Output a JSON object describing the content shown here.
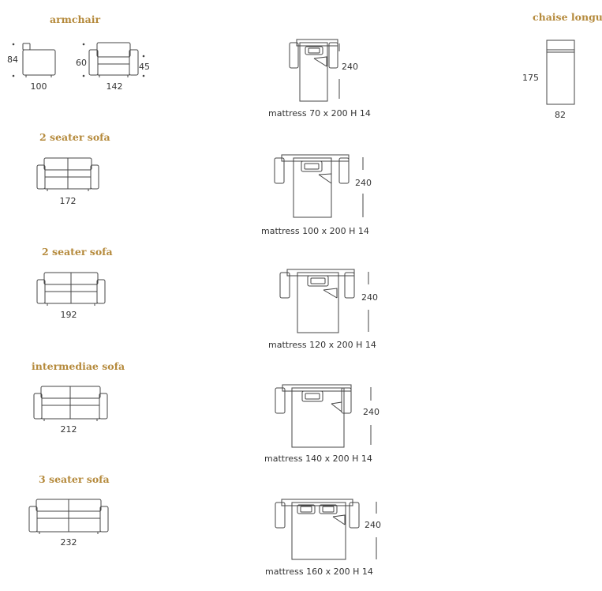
{
  "colors": {
    "title": "#b58a3c",
    "line": "#444444",
    "text": "#333333"
  },
  "armchair": {
    "title": "armchair",
    "dim_height": "84",
    "dim_width_side": "100",
    "dim_back": "60",
    "dim_seat": "45",
    "dim_width_front": "142"
  },
  "chaise": {
    "title": "chaise longue",
    "dim_length": "175",
    "dim_width": "82"
  },
  "sofas": [
    {
      "title": "2 seater sofa",
      "width": "172"
    },
    {
      "title": "2 seater sofa",
      "width": "192"
    },
    {
      "title": "intermediae sofa",
      "width": "212"
    },
    {
      "title": "3 seater sofa",
      "width": "232"
    }
  ],
  "beds": [
    {
      "length": "240",
      "mattress": "mattress 70 x 200 H 14"
    },
    {
      "length": "240",
      "mattress": "mattress 100 x 200 H 14"
    },
    {
      "length": "240",
      "mattress": "mattress 120  x 200 H 14"
    },
    {
      "length": "240",
      "mattress": "mattress 140 x 200 H 14"
    },
    {
      "length": "240",
      "mattress": "mattress 160 x 200 H 14"
    }
  ]
}
